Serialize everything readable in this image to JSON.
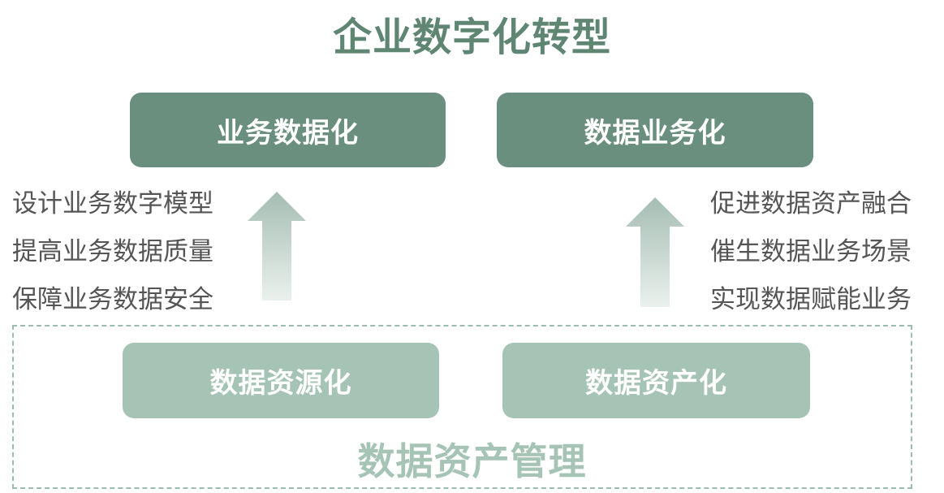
{
  "title": "企业数字化转型",
  "top_boxes": {
    "left": "业务数据化",
    "right": "数据业务化"
  },
  "left_list": [
    "设计业务数字模型",
    "提高业务数据质量",
    "保障业务数据安全"
  ],
  "right_list": [
    "促进数据资产融合",
    "催生数据业务场景",
    "实现数据赋能业务"
  ],
  "bottom_boxes": {
    "left": "数据资源化",
    "right": "数据资产化"
  },
  "footer_title": "数据资产管理",
  "colors": {
    "dark_box": "#6a8f7e",
    "light_box": "#a6c4b5",
    "title": "#5f8573"
  }
}
